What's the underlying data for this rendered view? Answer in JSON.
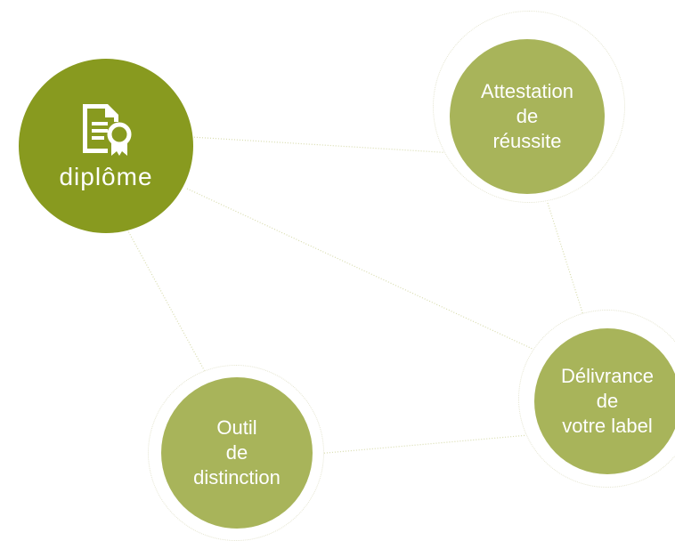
{
  "diagram": {
    "main_node": {
      "label": "diplôme",
      "icon": "certificate-document-icon"
    },
    "nodes": [
      {
        "id": "attestation",
        "lines": [
          "Attestation",
          "de",
          "réussite"
        ]
      },
      {
        "id": "delivrance",
        "lines": [
          "Délivrance",
          "de",
          "votre label"
        ]
      },
      {
        "id": "outil",
        "lines": [
          "Outil",
          "de",
          "distinction"
        ]
      }
    ],
    "colors": {
      "main": "#889a1f",
      "secondary": "#a8b45a",
      "connector": "#d8dcae",
      "text": "#ffffff"
    }
  }
}
